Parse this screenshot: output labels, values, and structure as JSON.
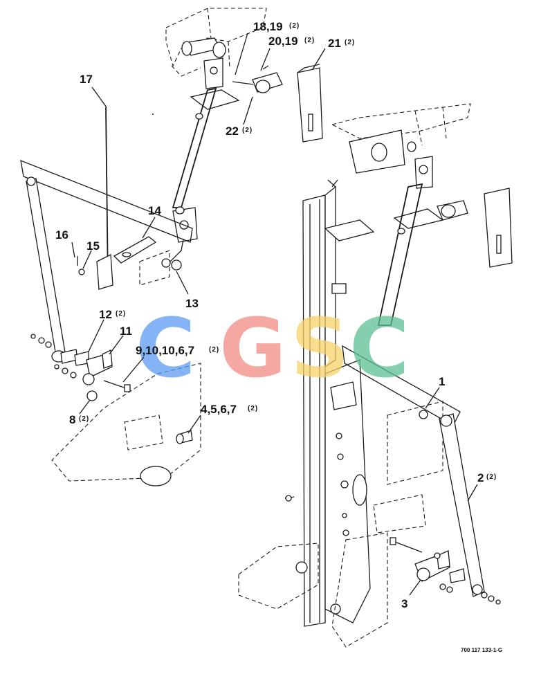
{
  "diagram": {
    "reference_code": "700 117 133-1-G",
    "watermark": {
      "letters": [
        "C",
        "G",
        "S",
        "C"
      ],
      "colors": [
        "#5b9cf2",
        "#f28b82",
        "#f7d26a",
        "#5bbf94"
      ]
    },
    "callouts": [
      {
        "id": "17",
        "number": "17",
        "qty": ""
      },
      {
        "id": "18-19",
        "number": "18,19",
        "qty": "(2)"
      },
      {
        "id": "20-19",
        "number": "20,19",
        "qty": "(2)"
      },
      {
        "id": "21",
        "number": "21",
        "qty": "(2)"
      },
      {
        "id": "22",
        "number": "22",
        "qty": "(2)"
      },
      {
        "id": "14",
        "number": "14",
        "qty": ""
      },
      {
        "id": "16",
        "number": "16",
        "qty": ""
      },
      {
        "id": "15",
        "number": "15",
        "qty": ""
      },
      {
        "id": "13",
        "number": "13",
        "qty": ""
      },
      {
        "id": "12",
        "number": "12",
        "qty": "(2)"
      },
      {
        "id": "11",
        "number": "11",
        "qty": ""
      },
      {
        "id": "9-10-10-6-7",
        "number": "9,10,10,6,7",
        "qty": "(2)"
      },
      {
        "id": "8",
        "number": "8",
        "qty": "(2)"
      },
      {
        "id": "4-5-6-7",
        "number": "4,5,6,7",
        "qty": "(2)"
      },
      {
        "id": "1",
        "number": "1",
        "qty": ""
      },
      {
        "id": "2",
        "number": "2",
        "qty": "(2)"
      },
      {
        "id": "3",
        "number": "3",
        "qty": ""
      }
    ]
  }
}
